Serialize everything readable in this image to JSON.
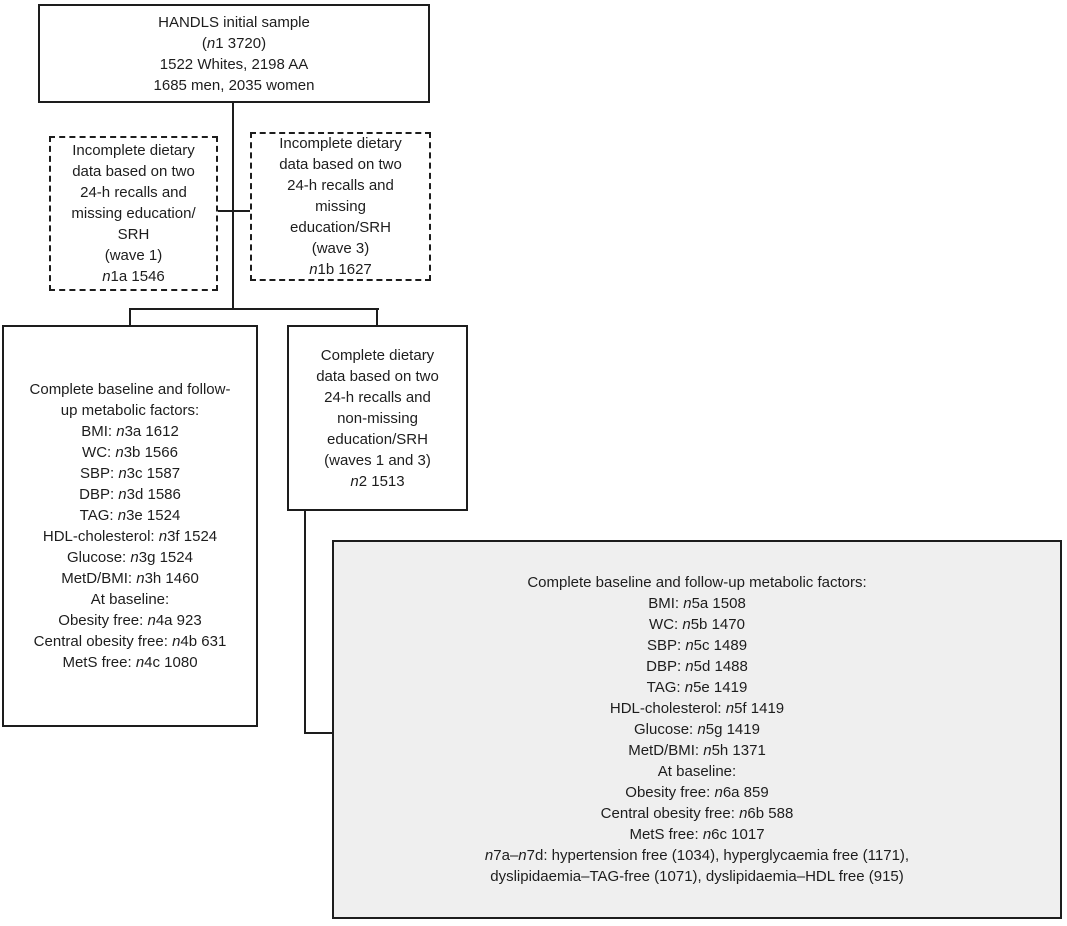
{
  "figure": {
    "description": "HANDLS study participant flow diagram"
  },
  "colors": {
    "border": "#1d1d1d",
    "text": "#1d1d1d",
    "gray_fill": "#efefef",
    "background": "#ffffff"
  },
  "boxes": {
    "initial_sample": {
      "lines": [
        "HANDLS initial sample",
        "(*n*1 3720)",
        "1522 Whites, 2198 AA",
        "1685 men, 2035 women"
      ]
    },
    "incomplete_wave1": {
      "lines": [
        "Incomplete dietary",
        "data based on two",
        "24-h recalls and",
        "missing education/",
        "SRH",
        "(wave 1)",
        "*n*1a 1546"
      ]
    },
    "incomplete_wave3": {
      "lines": [
        "Incomplete dietary",
        "data based on two",
        "24-h recalls and",
        "missing",
        "education/SRH",
        "(wave 3)",
        "*n*1b 1627"
      ]
    },
    "complete_metabolic_left": {
      "lines": [
        "Complete baseline and follow-",
        "up metabolic factors:",
        "BMI: *n*3a 1612",
        "WC: *n*3b 1566",
        "SBP: *n*3c 1587",
        "DBP: *n*3d 1586",
        "TAG: *n*3e 1524",
        "HDL-cholesterol: *n*3f 1524",
        "Glucose: *n*3g 1524",
        "MetD/BMI: *n*3h 1460",
        "At baseline:",
        "Obesity free: *n*4a 923",
        "Central obesity free: *n*4b 631",
        "MetS free: *n*4c 1080"
      ]
    },
    "complete_dietary": {
      "lines": [
        "Complete dietary",
        "data based on two",
        "24-h recalls and",
        "non-missing",
        "education/SRH",
        "(waves 1 and 3)",
        "*n*2 1513"
      ]
    },
    "complete_metabolic_gray": {
      "lines": [
        "Complete baseline and follow-up metabolic factors:",
        "BMI: *n*5a 1508",
        "WC: *n*5b 1470",
        "SBP: *n*5c 1489",
        "DBP: *n*5d 1488",
        "TAG: *n*5e 1419",
        "HDL-cholesterol: *n*5f 1419",
        "Glucose: *n*5g 1419",
        "MetD/BMI: *n*5h 1371",
        "At baseline:",
        "Obesity free: *n*6a 859",
        "Central obesity free: *n*6b 588",
        "MetS free: *n*6c 1017",
        "*n*7a–*n*7d: hypertension free (1034), hyperglycaemia free (1171),",
        "dyslipidaemia–TAG-free (1071), dyslipidaemia–HDL free (915)"
      ]
    }
  }
}
